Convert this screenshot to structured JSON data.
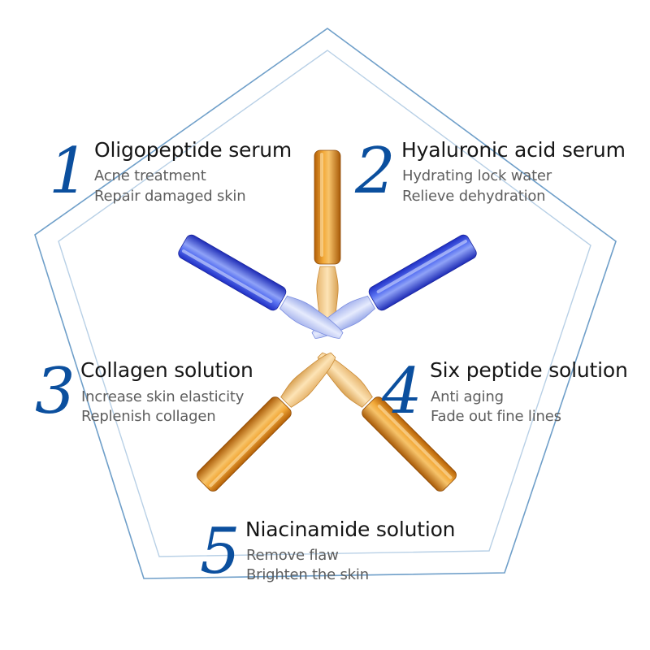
{
  "colors": {
    "number": "#0b4f9e",
    "pentagon_outer": "#6f9fc9",
    "pentagon_inner": "#b8d0e6",
    "amber_vial": "#d98a1c",
    "blue_vial": "#3a55e6",
    "title_text": "#161616",
    "desc_text": "#5e5e5e"
  },
  "items": [
    {
      "number": "1",
      "title": "Oligopeptide serum",
      "line1": "Acne treatment",
      "line2": "Repair damaged skin"
    },
    {
      "number": "2",
      "title": "Hyaluronic acid serum",
      "line1": "Hydrating lock water",
      "line2": "Relieve dehydration"
    },
    {
      "number": "3",
      "title": "Collagen solution",
      "line1": "Increase skin elasticity",
      "line2": "Replenish collagen"
    },
    {
      "number": "4",
      "title": "Six peptide solution",
      "line1": "Anti aging",
      "line2": "Fade out fine lines"
    },
    {
      "number": "5",
      "title": "Niacinamide solution",
      "line1": "Remove flaw",
      "line2": "Brighten the skin"
    }
  ],
  "vials": [
    {
      "color": "amber",
      "label": "top"
    },
    {
      "color": "blue",
      "label": "upper-left"
    },
    {
      "color": "blue",
      "label": "upper-right"
    },
    {
      "color": "amber",
      "label": "lower-left"
    },
    {
      "color": "amber",
      "label": "lower-right"
    }
  ]
}
